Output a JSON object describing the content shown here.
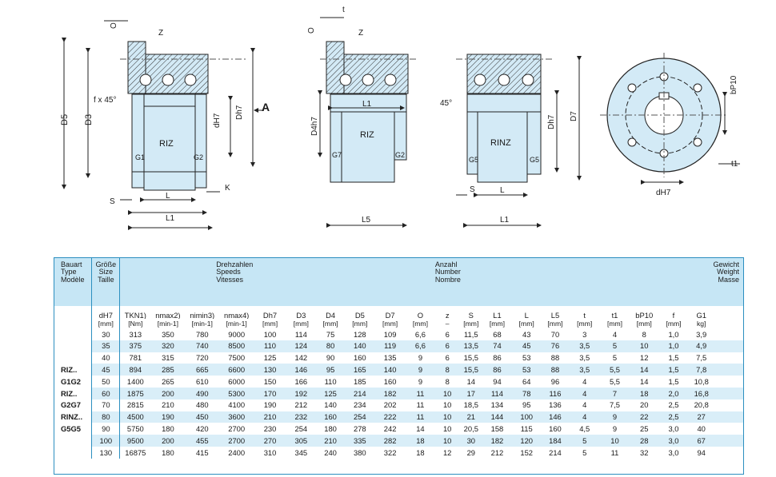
{
  "drawings": {
    "labels": {
      "D5": "D5",
      "D3": "D3",
      "fx45": "f x 45°",
      "Z": "Z",
      "O": "O",
      "t": "t",
      "RIZ": "RIZ",
      "RINZ": "RINZ",
      "G1": "G1",
      "G2": "G2",
      "G5": "G5",
      "G7": "G7",
      "dH7": "dH7",
      "Dh7": "Dh7",
      "D7": "D7",
      "D4h7": "D4h7",
      "A": "A",
      "S": "S",
      "L": "L",
      "L1": "L1",
      "L5": "L5",
      "K": "K",
      "deg45": "45°",
      "bP10": "bP10",
      "t1": "t1"
    }
  },
  "table": {
    "header": {
      "model": [
        "Bauart",
        "Type",
        "Modèle"
      ],
      "size": [
        "Größe",
        "Size",
        "Taille"
      ],
      "speeds": [
        "Drehzahlen",
        "Speeds",
        "Vitesses"
      ],
      "count": [
        "Anzahl",
        "Number",
        "Nombre"
      ],
      "weight": [
        "Gewicht",
        "Weight",
        "Masse"
      ]
    },
    "symbols": [
      "dH7",
      "TKN1)",
      "nmax2)",
      "nimin3)",
      "nmax4)",
      "Dh7",
      "D3",
      "D4",
      "D5",
      "D7",
      "O",
      "z",
      "S",
      "L1",
      "L",
      "L5",
      "t",
      "t1",
      "bP10",
      "f",
      "G1"
    ],
    "units": [
      "[mm]",
      "[Nm]",
      "[min-1]",
      "[min-1]",
      "[min-1]",
      "[mm]",
      "[mm]",
      "[mm]",
      "[mm]",
      "[mm]",
      "[mm]",
      "–",
      "[mm]",
      "[mm]",
      "[mm]",
      "[mm]",
      "[mm]",
      "[mm]",
      "[mm]",
      "[mm]",
      "kg]"
    ],
    "models": [
      "",
      "",
      "RIZ..",
      "G1G2",
      "RIZ..",
      "G2G7",
      "RINZ..",
      "G5G5",
      "",
      ""
    ],
    "rows": [
      [
        "30",
        "313",
        "350",
        "780",
        "9000",
        "100",
        "114",
        "75",
        "128",
        "109",
        "6,6",
        "6",
        "11,5",
        "68",
        "43",
        "70",
        "3",
        "4",
        "8",
        "1,0",
        "3,9"
      ],
      [
        "35",
        "375",
        "320",
        "740",
        "8500",
        "110",
        "124",
        "80",
        "140",
        "119",
        "6,6",
        "6",
        "13,5",
        "74",
        "45",
        "76",
        "3,5",
        "5",
        "10",
        "1,0",
        "4,9"
      ],
      [
        "40",
        "781",
        "315",
        "720",
        "7500",
        "125",
        "142",
        "90",
        "160",
        "135",
        "9",
        "6",
        "15,5",
        "86",
        "53",
        "88",
        "3,5",
        "5",
        "12",
        "1,5",
        "7,5"
      ],
      [
        "45",
        "894",
        "285",
        "665",
        "6600",
        "130",
        "146",
        "95",
        "165",
        "140",
        "9",
        "8",
        "15,5",
        "86",
        "53",
        "88",
        "3,5",
        "5,5",
        "14",
        "1,5",
        "7,8"
      ],
      [
        "50",
        "1400",
        "265",
        "610",
        "6000",
        "150",
        "166",
        "110",
        "185",
        "160",
        "9",
        "8",
        "14",
        "94",
        "64",
        "96",
        "4",
        "5,5",
        "14",
        "1,5",
        "10,8"
      ],
      [
        "60",
        "1875",
        "200",
        "490",
        "5300",
        "170",
        "192",
        "125",
        "214",
        "182",
        "11",
        "10",
        "17",
        "114",
        "78",
        "116",
        "4",
        "7",
        "18",
        "2,0",
        "16,8"
      ],
      [
        "70",
        "2815",
        "210",
        "480",
        "4100",
        "190",
        "212",
        "140",
        "234",
        "202",
        "11",
        "10",
        "18,5",
        "134",
        "95",
        "136",
        "4",
        "7,5",
        "20",
        "2,5",
        "20,8"
      ],
      [
        "80",
        "4500",
        "190",
        "450",
        "3600",
        "210",
        "232",
        "160",
        "254",
        "222",
        "11",
        "10",
        "21",
        "144",
        "100",
        "146",
        "4",
        "9",
        "22",
        "2,5",
        "27"
      ],
      [
        "90",
        "5750",
        "180",
        "420",
        "2700",
        "230",
        "254",
        "180",
        "278",
        "242",
        "14",
        "10",
        "20,5",
        "158",
        "115",
        "160",
        "4,5",
        "9",
        "25",
        "3,0",
        "40"
      ],
      [
        "100",
        "9500",
        "200",
        "455",
        "2700",
        "270",
        "305",
        "210",
        "335",
        "282",
        "18",
        "10",
        "30",
        "182",
        "120",
        "184",
        "5",
        "10",
        "28",
        "3,0",
        "67"
      ],
      [
        "130",
        "16875",
        "180",
        "415",
        "2400",
        "310",
        "345",
        "240",
        "380",
        "322",
        "18",
        "12",
        "29",
        "212",
        "152",
        "214",
        "5",
        "11",
        "32",
        "3,0",
        "94"
      ]
    ]
  },
  "colors": {
    "frame": "#2c8fc0",
    "header_fill": "#c6e6f5",
    "row_alt": "#d9eef8",
    "part_fill": "#d3eaf6",
    "line": "#222222"
  }
}
